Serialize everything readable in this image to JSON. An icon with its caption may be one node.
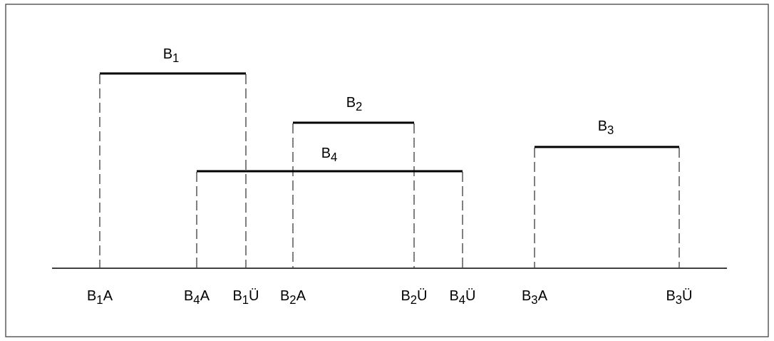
{
  "diagram": {
    "labels": [
      "B$_{1}$",
      "B$_{2}$",
      "B$_{3}$",
      "B$_{4}$",
      "B$_{1}$A",
      "B$_{4}$A",
      "B$_{1}$Ü",
      "B$_{2}$A",
      "B$_{2}$Ü",
      "B$_{4}$Ü",
      "B$_{3}$A",
      "B$_{3}$Ü"
    ]
  }
}
